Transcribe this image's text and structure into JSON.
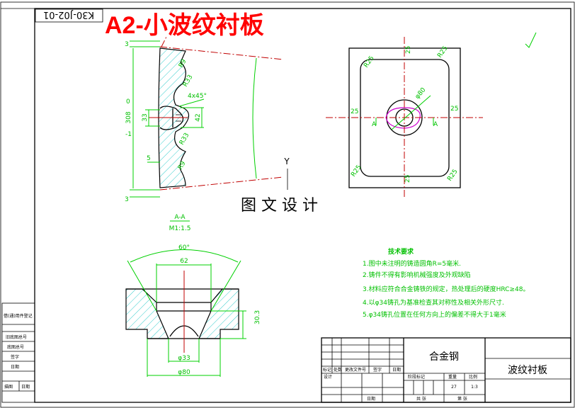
{
  "title": "A2-小波纹衬板",
  "drawing_number": "K30-J02-01",
  "watermark": "图 文 设 计",
  "axis_label": "Y",
  "colors": {
    "dimension": "#00c000",
    "centerline": "#c00000",
    "title": "#ff0000",
    "hatch": "#33cccc",
    "profile": "#d000d0"
  },
  "front_view": {
    "dims": [
      "3",
      "308",
      "0",
      "-1",
      "33",
      "5",
      "R9",
      "R33",
      "4x45°",
      "42",
      "R33",
      "R9",
      "3"
    ]
  },
  "top_view": {
    "dims": [
      "25",
      "R25",
      "R25",
      "φ80",
      "25",
      "25",
      "R25",
      "R25",
      "25"
    ],
    "section_marks": [
      "A",
      "A"
    ]
  },
  "section_view": {
    "label": "A-A",
    "scale": "M1:1.5",
    "dims": [
      "60°",
      "62",
      "φ33",
      "φ80",
      "30.3"
    ]
  },
  "tech_requirements": {
    "heading": "技术要求",
    "items": [
      "1.图中未注明的铸造圆角R=5毫米.",
      "2.铸件不得有影响机械强度及外观缺陷",
      "3.材料应符合合金铸铁的规定，热处理后的硬度HRC≥48。",
      "4.以φ34铸孔为基准检查其对称性及相关外形尺寸.",
      "5.φ34铸孔位置在任何方向上的偏差不得大于1毫米"
    ]
  },
  "title_block": {
    "material": "合金钢",
    "part_name": "波纹衬板",
    "headers": [
      "标记",
      "处数",
      "更改文件号",
      "签字",
      "日期"
    ],
    "design": "设计",
    "approve_date": "日期",
    "stage_mark": "阶段标记",
    "weight_label": "重量",
    "scale_label": "比例",
    "weight": "27",
    "scale": "1:3",
    "sheets_total": "共 张",
    "sheet_no": "第 张"
  },
  "side_strip": [
    "借(通)用件登记",
    "旧底图总号",
    "底图总号",
    "签字",
    "日期",
    "描图",
    "日期"
  ]
}
